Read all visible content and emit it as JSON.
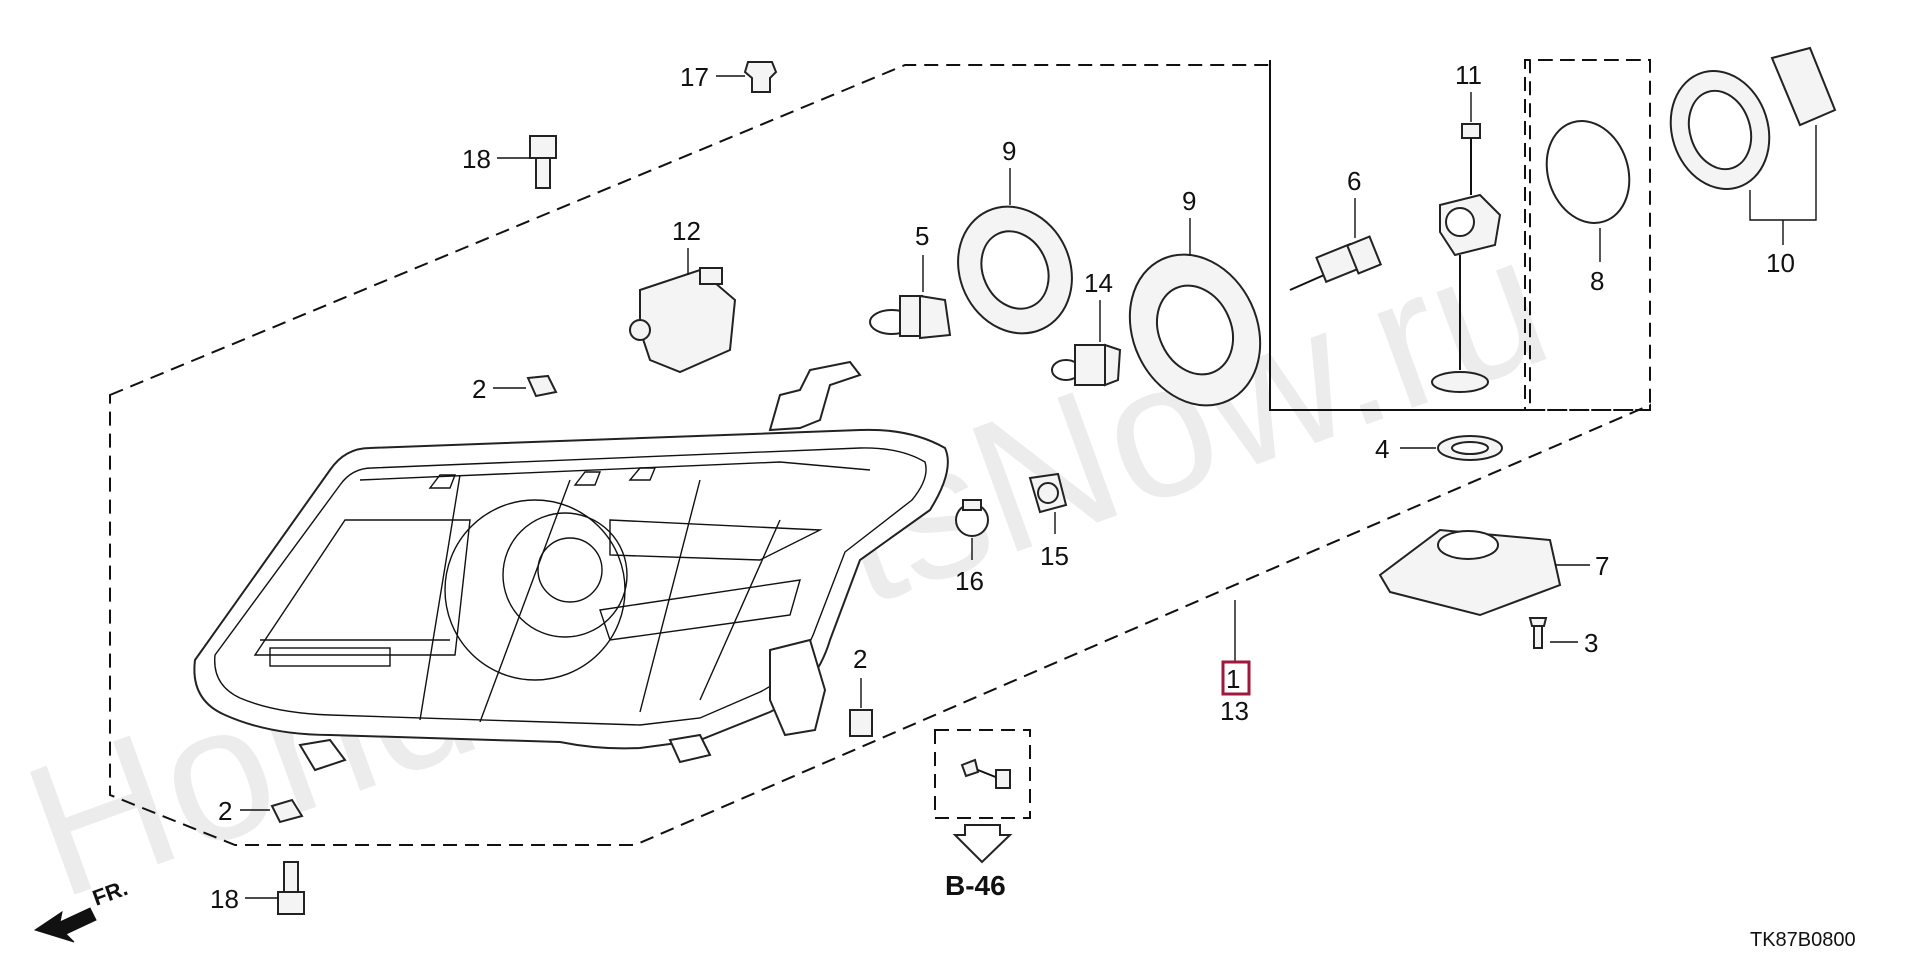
{
  "watermark": "HondaPartsNow.ru",
  "diagram_code": "TK87B0800",
  "front_indicator": "FR.",
  "reference": {
    "label": "B-46"
  },
  "callouts": {
    "c1": "1",
    "c13": "13",
    "c2a": "2",
    "c2b": "2",
    "c2c": "2",
    "c3": "3",
    "c4": "4",
    "c5": "5",
    "c6": "6",
    "c7": "7",
    "c8": "8",
    "c9a": "9",
    "c9b": "9",
    "c10": "10",
    "c11": "11",
    "c12": "12",
    "c14": "14",
    "c15": "15",
    "c16": "16",
    "c17": "17",
    "c18a": "18",
    "c18b": "18"
  },
  "colors": {
    "highlight_box": "#a0183c",
    "line": "#111111"
  }
}
